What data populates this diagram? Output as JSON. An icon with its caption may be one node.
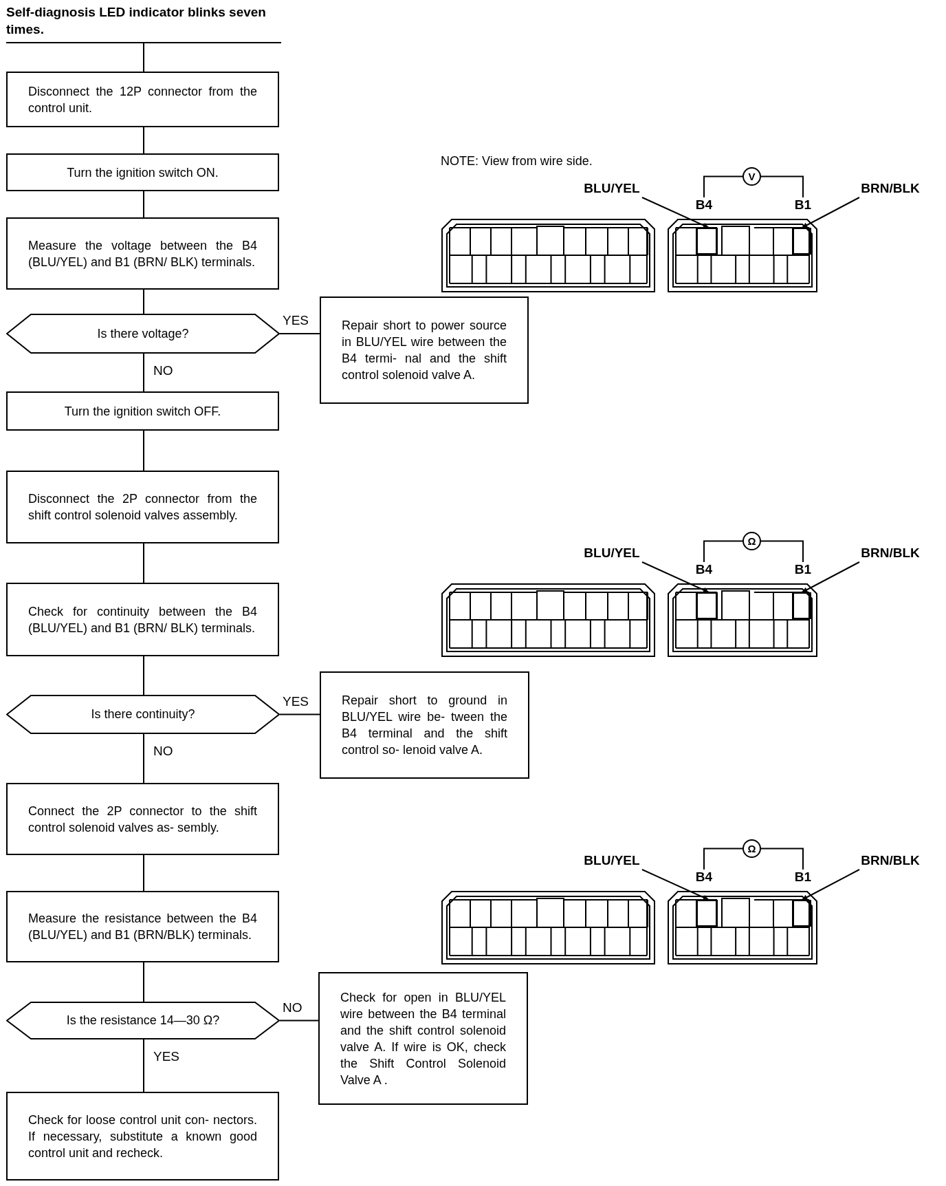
{
  "diagram": {
    "nodes": [
      {
        "text": [
          "Self-diagnosis LED indicator blinks seven times."
        ]
      },
      {
        "text": [
          "Disconnect the 12P connector from the control unit."
        ]
      },
      {
        "text": [
          "Turn the ignition switch ON."
        ]
      },
      {
        "text": [
          "Measure the voltage between the B4 (BLU/YEL) and B1 (BRN/ BLK) terminals."
        ]
      },
      {
        "text": [
          "Is there voltage?"
        ]
      },
      {
        "text": [
          "Repair short to power source in BLU/YEL wire between the B4 termi- nal and the shift control solenoid valve A."
        ]
      },
      {
        "text": [
          "Turn the ignition switch OFF."
        ]
      },
      {
        "text": [
          "Disconnect the 2P connector from the shift control solenoid valves assembly."
        ]
      },
      {
        "text": [
          "Check for continuity between the B4 (BLU/YEL) and B1 (BRN/ BLK) terminals."
        ]
      },
      {
        "text": [
          "Is there continuity?"
        ]
      },
      {
        "text": [
          "Repair short to ground in BLU/YEL wire be- tween the B4 terminal and the shift control so- lenoid valve A."
        ]
      },
      {
        "text": [
          "Connect the 2P connector to the shift control solenoid valves as- sembly."
        ]
      },
      {
        "text": [
          "Measure the resistance between the B4 (BLU/YEL) and B1 (BRN/BLK) terminals."
        ]
      },
      {
        "text": [
          "Is the resistance 14—30 Ω?"
        ]
      },
      {
        "text": [
          "Check for open in BLU/YEL wire between the B4 terminal and the shift control solenoid valve A. If wire is OK, check the Shift Control Solenoid Valve A ."
        ]
      },
      {
        "text": [
          "Check for loose control unit con- nectors. If necessary, substitute a known good control unit and recheck."
        ]
      },
      {
        "text": [
          "V"
        ]
      },
      {
        "text": [
          "B4"
        ]
      },
      {
        "text": [
          "B1"
        ]
      },
      {
        "text": [
          "BLU/YEL"
        ]
      },
      {
        "text": [],
        "shape": "box"
      },
      {
        "text": [
          "BRN/BLK"
        ]
      },
      {
        "text": [],
        "shape": "box"
      },
      {
        "text": [
          "Ω"
        ]
      },
      {
        "text": [
          "B4"
        ]
      },
      {
        "text": [
          "B1"
        ]
      },
      {
        "text": [
          "BLU/YEL"
        ]
      },
      {
        "text": [],
        "shape": "box"
      },
      {
        "text": [
          "BRN/BLK"
        ]
      },
      {
        "text": [],
        "shape": "box"
      },
      {
        "text": [
          "Ω"
        ]
      },
      {
        "text": [
          "B4"
        ]
      },
      {
        "text": [
          "B1"
        ]
      },
      {
        "text": [
          "BLU/YEL"
        ]
      },
      {
        "text": [],
        "shape": "box"
      },
      {
        "text": [
          "BRN/BLK"
        ]
      },
      {
        "text": [],
        "shape": "box"
      }
    ],
    "edges": [
      {
        "from": 0,
        "to": 1,
        "arrow": "none"
      },
      {
        "from": 1,
        "to": 2,
        "arrow": "none"
      },
      {
        "from": 2,
        "to": 3,
        "arrow": "none"
      },
      {
        "from": 3,
        "to": 4,
        "arrow": "none"
      },
      {
        "from": 4,
        "to": 5,
        "arrow": "none",
        "label": "YES"
      },
      {
        "from": 4,
        "to": 6,
        "arrow": "none",
        "label": "NO"
      },
      {
        "from": 6,
        "to": 7,
        "arrow": "none"
      },
      {
        "from": 7,
        "to": 8,
        "arrow": "none"
      },
      {
        "from": 8,
        "to": 9,
        "arrow": "none"
      },
      {
        "from": 9,
        "to": 10,
        "arrow": "none",
        "label": "YES"
      },
      {
        "from": 9,
        "to": 11,
        "arrow": "none",
        "label": "NO"
      },
      {
        "from": 11,
        "to": 12,
        "arrow": "none"
      },
      {
        "from": 12,
        "to": 13,
        "arrow": "none"
      },
      {
        "from": 13,
        "to": 14,
        "arrow": "none",
        "label": "NO"
      },
      {
        "from": 13,
        "to": 15,
        "arrow": "none",
        "label": "YES"
      },
      {
        "from": 16,
        "to": 17,
        "arrow": "none"
      },
      {
        "from": 16,
        "to": 18,
        "arrow": "none"
      },
      {
        "from": 19,
        "to": 20,
        "arrow": "to"
      },
      {
        "from": 21,
        "to": 22,
        "arrow": "to"
      },
      {
        "from": 23,
        "to": 24,
        "arrow": "none"
      },
      {
        "from": 23,
        "to": 25,
        "arrow": "none"
      },
      {
        "from": 26,
        "to": 27,
        "arrow": "to"
      },
      {
        "from": 28,
        "to": 29,
        "arrow": "to"
      },
      {
        "from": 30,
        "to": 31,
        "arrow": "none"
      },
      {
        "from": 30,
        "to": 32,
        "arrow": "none"
      },
      {
        "from": 33,
        "to": 34,
        "arrow": "to"
      },
      {
        "from": 35,
        "to": 36,
        "arrow": "to"
      }
    ],
    "labels": [
      "NOTE: View from wire side."
    ]
  }
}
